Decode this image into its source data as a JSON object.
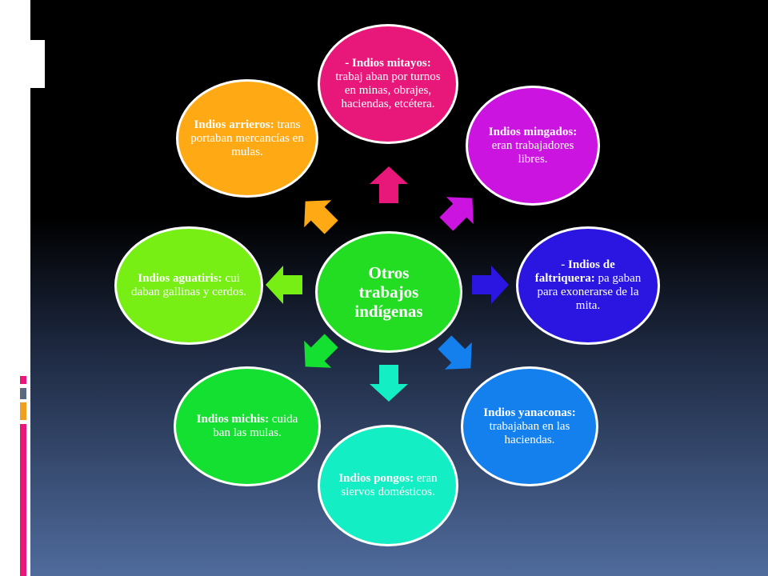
{
  "center": {
    "text": "Otros\ntrabajos\nindígenas",
    "color": "#22dd22"
  },
  "nodes": [
    {
      "id": "mitayos",
      "bold": "- Indios mitayos:",
      "rest": " trabaj aban por turnos en minas, obrajes, haciendas, etcétera.",
      "color": "#e8177a",
      "text_color": "#ffffff"
    },
    {
      "id": "mingados",
      "bold": "Indios mingados:",
      "rest": " eran trabajadores libres.",
      "color": "#cc14e0",
      "text_color": "#ffffff"
    },
    {
      "id": "faltriquera",
      "bold": "- Indios de faltriquera:",
      "rest": " pa gaban para exonerarse de la mita.",
      "color": "#2a16e0",
      "text_color": "#ffffff"
    },
    {
      "id": "yanaconas",
      "bold": "Indios yanaconas:",
      "rest": " trabajaban en las haciendas.",
      "color": "#1480ee",
      "text_color": "#ffffff"
    },
    {
      "id": "pongos",
      "bold": "Indios pongos:",
      "rest": " eran siervos domésticos.",
      "color": "#14eec4",
      "text_color": "#ffffff"
    },
    {
      "id": "michis",
      "bold": "Indios michis:",
      "rest": " cuida ban las mulas.",
      "color": "#14e032",
      "text_color": "#ffffff"
    },
    {
      "id": "aguatiris",
      "bold": "Indios aguatiris:",
      "rest": " cui daban gallinas y cerdos.",
      "color": "#77ee14",
      "text_color": "#ffffff"
    },
    {
      "id": "arrieros",
      "bold": "Indios arrieros:",
      "rest": " trans portaban mercancías en mulas.",
      "color": "#ffaa14",
      "text_color": "#ffffff"
    }
  ]
}
